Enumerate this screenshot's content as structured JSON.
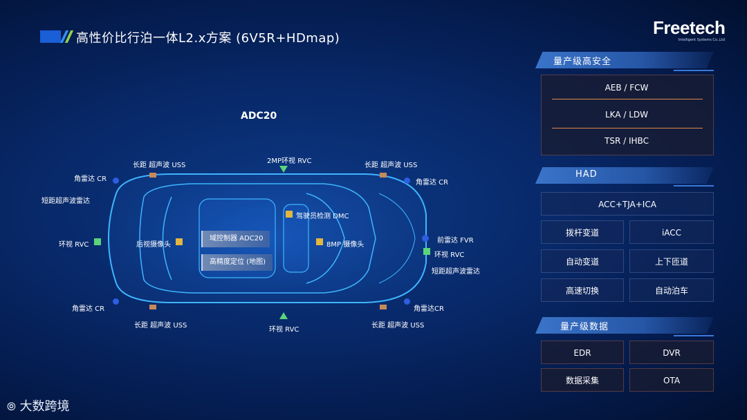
{
  "page_title": "高性价比行泊一体L2.x方案 (6V5R+HDmap)",
  "logo": {
    "text": "Freetech",
    "subtitle": "Intelligent Systems Co.,Ltd"
  },
  "diagram": {
    "title": "ADC20",
    "labels": {
      "uss_top_left": "长距 超声波 USS",
      "rvc_top": "2MP环视 RVC",
      "uss_top_right": "长距 超声波 USS",
      "cr_top_left": "角雷达 CR",
      "cr_top_right": "角雷达 CR",
      "short_uss_left": "短距超声波雷达",
      "rvc_left": "环视 RVC",
      "rear_cam": "后视摄像头",
      "dmc": "驾驶员检测 DMC",
      "mp8_cam": "8MP 摄像头",
      "fvr": "前雷达 FVR",
      "rvc_right": "环视 RVC",
      "short_uss_right": "短距超声波雷达",
      "cr_bottom_left": "角雷达 CR",
      "cr_bottom_right": "角雷达CR",
      "uss_bottom_left": "长距 超声波 USS",
      "rvc_bottom": "环视 RVC",
      "uss_bottom_right": "长距 超声波 USS"
    },
    "tags": {
      "controller": "域控制器 ADC20",
      "hd_location": "高精度定位 (地图)"
    }
  },
  "panel": {
    "safety": {
      "title": "量产级高安全",
      "items": [
        "AEB / FCW",
        "LKA / LDW",
        "TSR / IHBC"
      ]
    },
    "had": {
      "title": "HAD",
      "top": "ACC+TJA+ICA",
      "grid": [
        "拨杆变道",
        "iACC",
        "自动变道",
        "上下匝道",
        "高速切换",
        "自动泊车"
      ]
    },
    "data": {
      "title": "量产级数据",
      "grid": [
        "EDR",
        "DVR",
        "数据采集",
        "OTA"
      ]
    }
  },
  "footer": {
    "brand": "大数跨境"
  },
  "colors": {
    "accent_orange": "#e08a4e",
    "accent_green": "#8fd14f",
    "sensor_blue": "#2f5de0",
    "car_outline": "#3fb6ff"
  }
}
